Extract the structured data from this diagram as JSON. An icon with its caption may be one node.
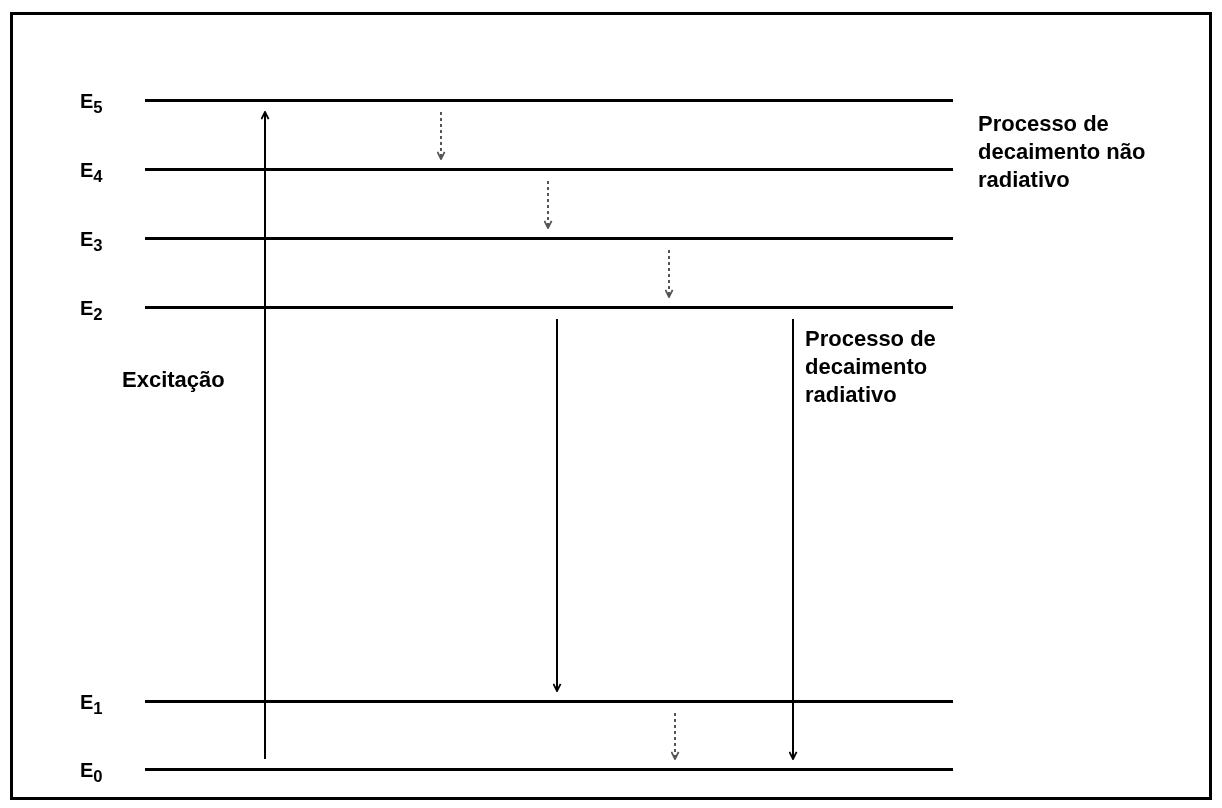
{
  "diagram": {
    "nodes": [
      {
        "text": [
          "E$_{5}$"
        ]
      },
      {
        "text": [
          "E$_{4}$"
        ]
      },
      {
        "text": [
          "E$_{3}$"
        ]
      },
      {
        "text": [
          "E$_{2}$"
        ]
      },
      {
        "text": [
          "E$_{1}$"
        ]
      },
      {
        "text": [
          "E$_{0}$"
        ]
      }
    ],
    "edges": [
      {
        "from": 5,
        "to": 0,
        "arrow": "to"
      },
      {
        "from": 0,
        "to": 1,
        "arrow": "to",
        "style": "dashed",
        "color": "#555555"
      },
      {
        "from": 1,
        "to": 2,
        "arrow": "to",
        "style": "dashed",
        "color": "#555555"
      },
      {
        "from": 2,
        "to": 3,
        "arrow": "to",
        "style": "dashed",
        "color": "#555555"
      },
      {
        "from": 3,
        "to": 4,
        "arrow": "to"
      },
      {
        "from": 4,
        "to": 5,
        "arrow": "to",
        "style": "dashed",
        "color": "#555555"
      },
      {
        "from": 3,
        "to": 5,
        "arrow": "to"
      }
    ],
    "labels": [
      "Processo de decaimento não radiativo",
      "Excitação",
      "Processo de decaimento radiativo"
    ]
  }
}
